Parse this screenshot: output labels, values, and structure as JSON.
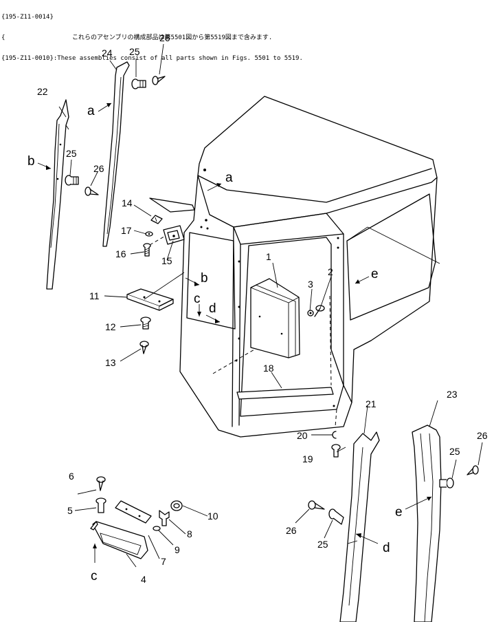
{
  "header": {
    "line1": "{195-Z11-0014}",
    "line2_prefix": "{",
    "line2_note": "これらのアセンブリの構成部品は第5501図から第5519図まで含みます.",
    "line3": "{195-Z11-0010}:These assemblies consist of all parts shown in Figs. 5501 to 5519."
  },
  "callouts": {
    "p1": "1",
    "p2": "2",
    "p3": "3",
    "p4": "4",
    "p5": "5",
    "p6": "6",
    "p7": "7",
    "p8": "8",
    "p9": "9",
    "p10": "10",
    "p11": "11",
    "p12": "12",
    "p13": "13",
    "p14": "14",
    "p15": "15",
    "p16": "16",
    "p17": "17",
    "p18": "18",
    "p19": "19",
    "p20": "20",
    "p21": "21",
    "p22": "22",
    "p23": "23",
    "p24": "24",
    "p25a": "25",
    "p25b": "25",
    "p25c": "25",
    "p25d": "25",
    "p26a": "26",
    "p26b": "26",
    "p26c": "26",
    "p26d": "26"
  },
  "refs": {
    "a1": "a",
    "a2": "a",
    "b1": "b",
    "b2": "b",
    "c1": "c",
    "c2": "c",
    "d1": "d",
    "d2": "d",
    "e1": "e",
    "e2": "e"
  }
}
